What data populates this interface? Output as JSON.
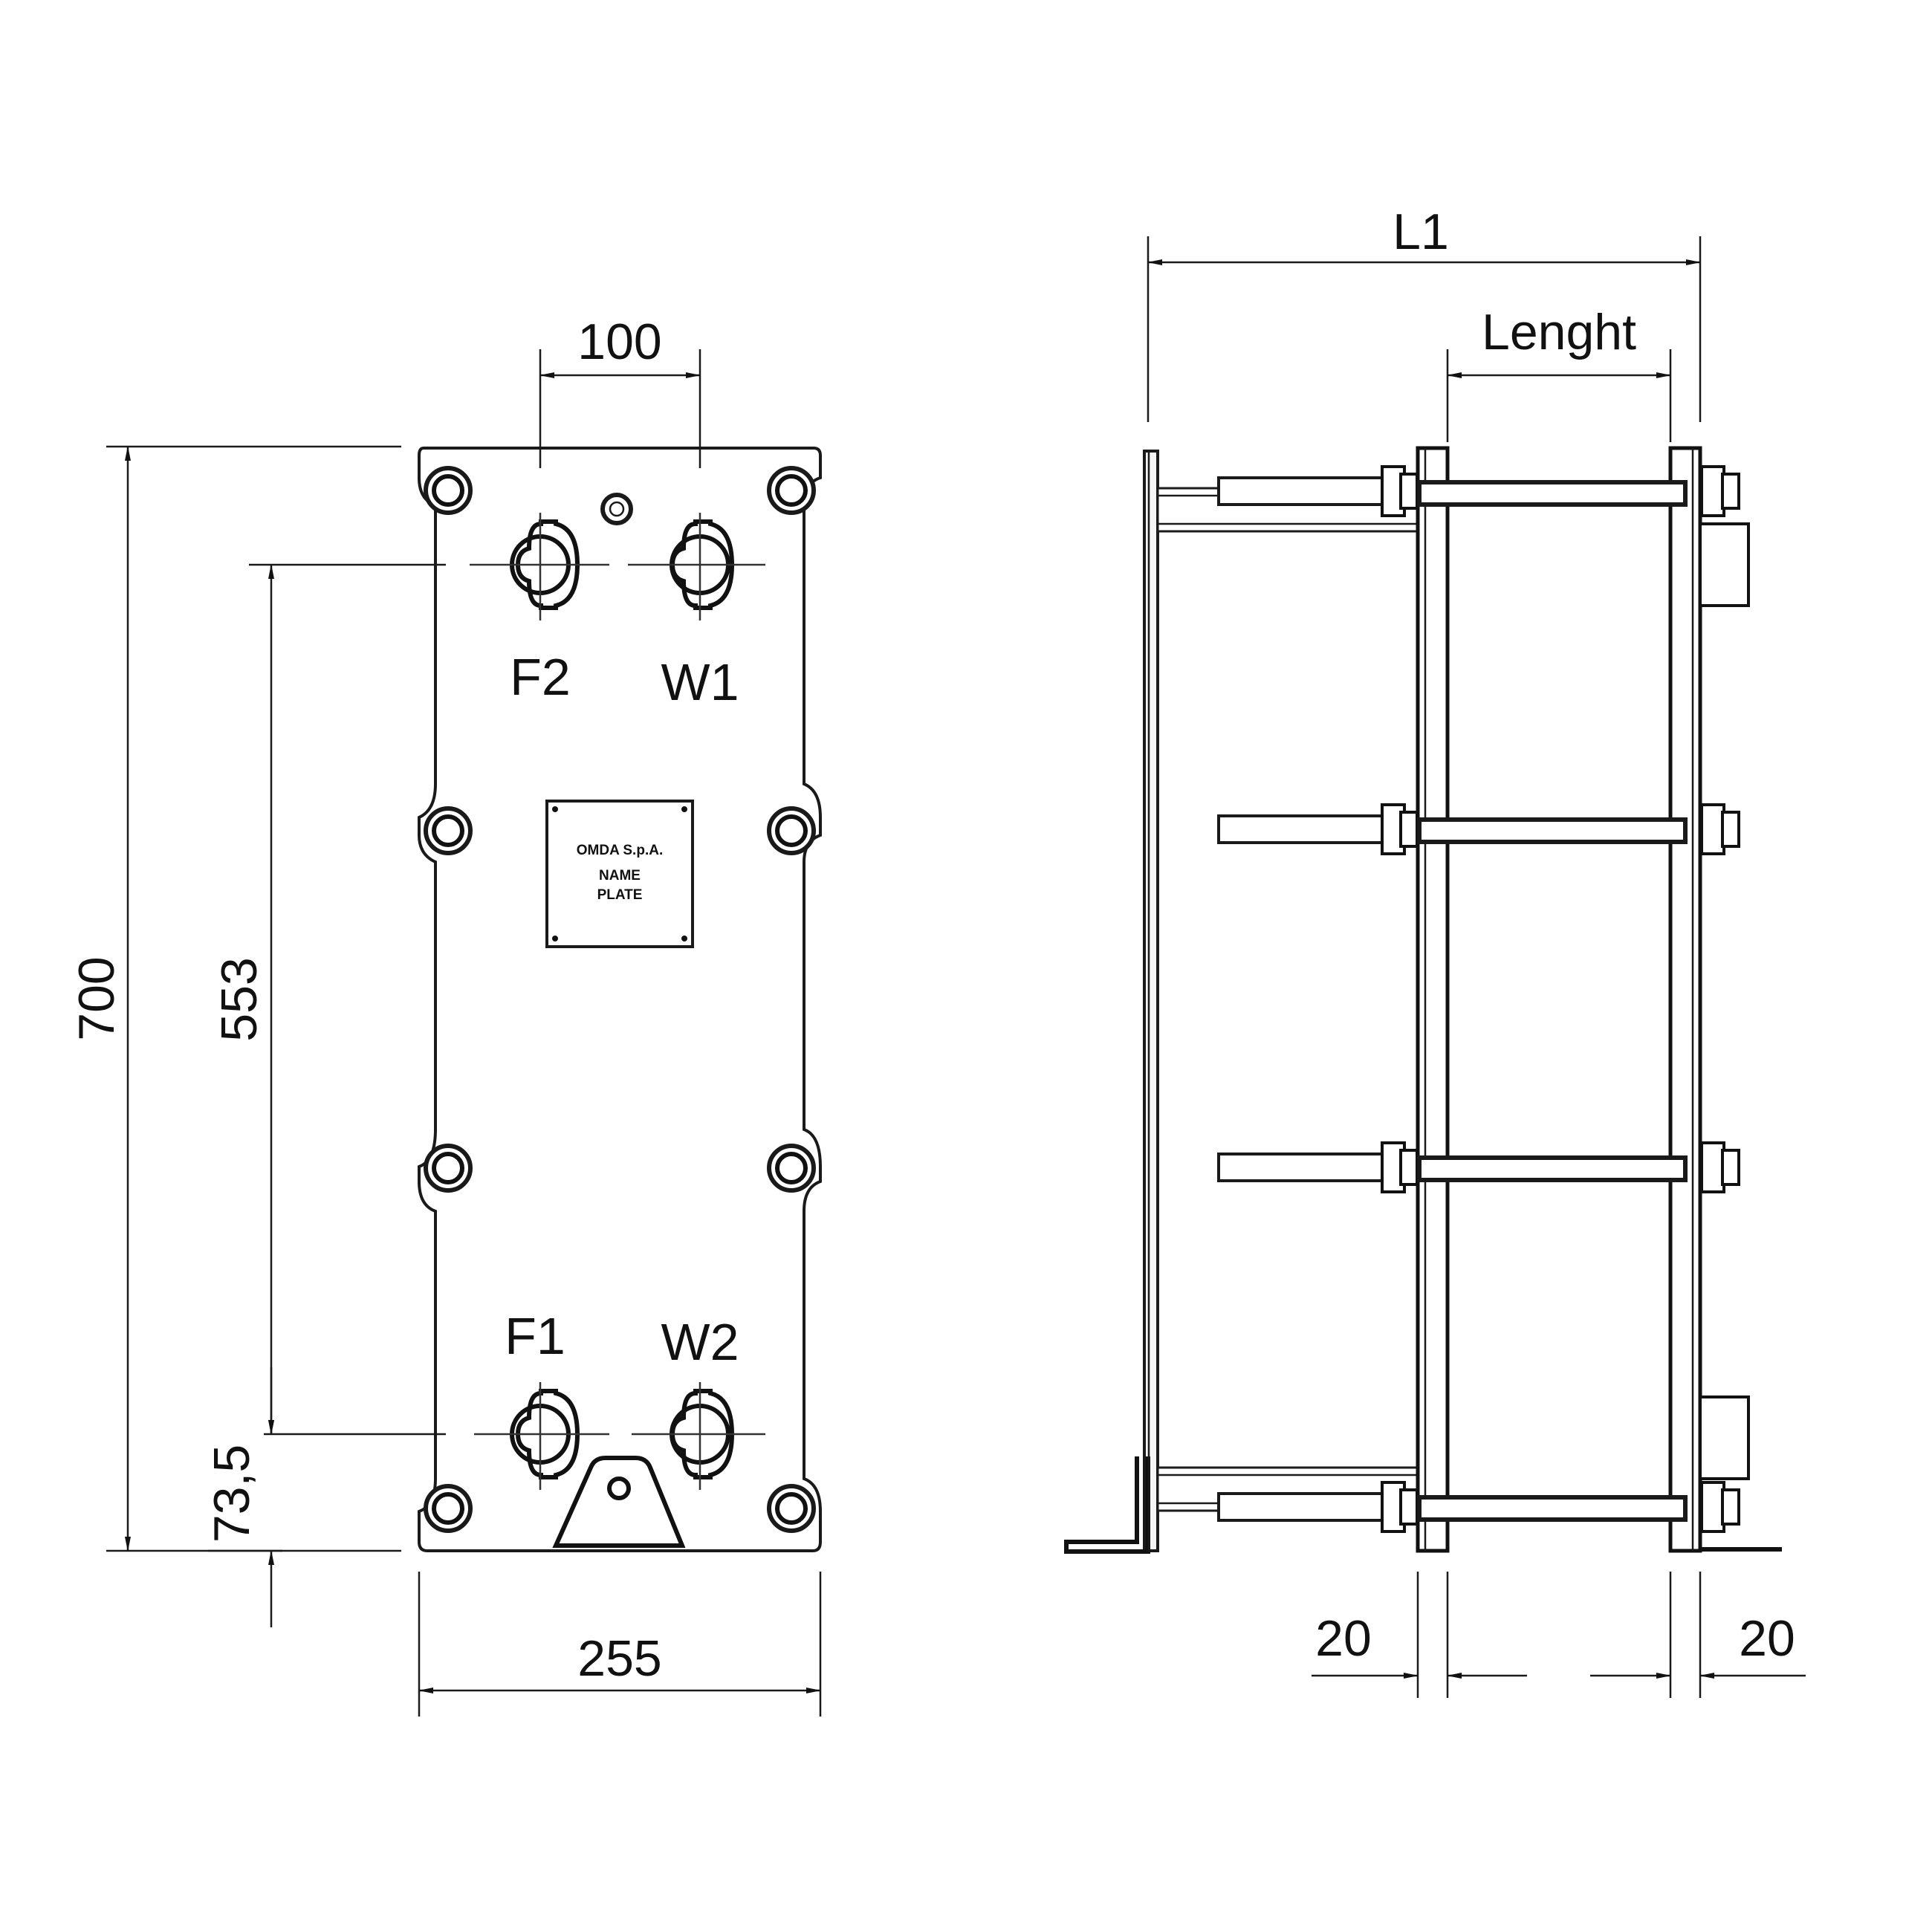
{
  "front_view": {
    "dim_port_spacing": "100",
    "dim_total_height": "700",
    "dim_port_centers": "553",
    "dim_bottom_offset": "73,5",
    "dim_width": "255",
    "ports": {
      "top_left": "F2",
      "top_right": "W1",
      "bottom_left": "F1",
      "bottom_right": "W2"
    },
    "name_plate": {
      "line1": "OMDA S.p.A.",
      "line2": "NAME",
      "line3": "PLATE"
    }
  },
  "side_view": {
    "dim_overall": "L1",
    "dim_pack": "Lenght",
    "dim_left_plate": "20",
    "dim_right_plate": "20"
  }
}
